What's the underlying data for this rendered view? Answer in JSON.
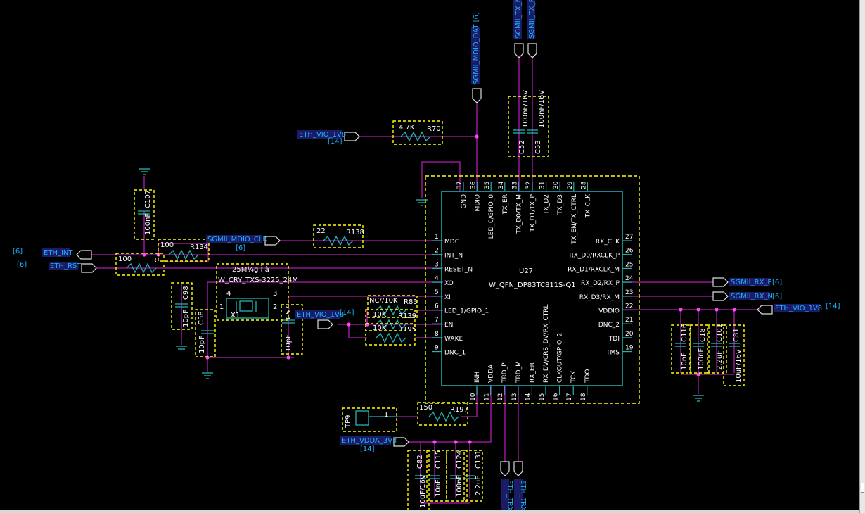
{
  "colors": {
    "background": "#000000",
    "body": "#22b4b4",
    "wire": "#b01cb0",
    "dash": "#ffff00",
    "text": "#ffffff",
    "net_text": "#19b2ff",
    "net_bg": "#1c1c66",
    "junction": "#ff44ff"
  },
  "chip": {
    "ref": "U27",
    "part": "W_QFN_DP83TC811S-Q1",
    "left_pins": [
      {
        "num": "1",
        "name": "MDC"
      },
      {
        "num": "2",
        "name": "INT_N"
      },
      {
        "num": "3",
        "name": "RESET_N"
      },
      {
        "num": "4",
        "name": "XO"
      },
      {
        "num": "5",
        "name": "XI"
      },
      {
        "num": "6",
        "name": "LED_1/GPIO_1"
      },
      {
        "num": "7",
        "name": "EN"
      },
      {
        "num": "8",
        "name": "WAKE"
      },
      {
        "num": "9",
        "name": "DNC_1"
      }
    ],
    "right_pins": [
      {
        "num": "27",
        "name": "RX_CLK"
      },
      {
        "num": "26",
        "name": "RX_D0/RXCLK_P"
      },
      {
        "num": "25",
        "name": "RX_D1/RXCLK_M"
      },
      {
        "num": "24",
        "name": "RX_D2/RX_P"
      },
      {
        "num": "23",
        "name": "RX_D3/RX_M"
      },
      {
        "num": "22",
        "name": "VDDIO"
      },
      {
        "num": "21",
        "name": "DNC_2"
      },
      {
        "num": "20",
        "name": "TDI"
      },
      {
        "num": "19",
        "name": "TMS"
      }
    ],
    "top_pins": [
      {
        "num": "37",
        "name": "GND"
      },
      {
        "num": "36",
        "name": "MDIO"
      },
      {
        "num": "35",
        "name": "LED_0/GPIO_0"
      },
      {
        "num": "34",
        "name": "TX_ER"
      },
      {
        "num": "33",
        "name": "TX_D0/TX_M"
      },
      {
        "num": "32",
        "name": "TX_D1/TX_P"
      },
      {
        "num": "31",
        "name": "TX_D2"
      },
      {
        "num": "30",
        "name": "TX_D3"
      },
      {
        "num": "29",
        "name": "TX_EN/TX_CTRL"
      },
      {
        "num": "28",
        "name": "TX_CLK"
      }
    ],
    "bottom_pins": [
      {
        "num": "10",
        "name": "INH"
      },
      {
        "num": "11",
        "name": "VDDA"
      },
      {
        "num": "12",
        "name": "TRD_P"
      },
      {
        "num": "13",
        "name": "TRD_M"
      },
      {
        "num": "14",
        "name": "RX_ER"
      },
      {
        "num": "15",
        "name": "RX_DV/CRS_DV/RX_CTRL"
      },
      {
        "num": "16",
        "name": "CLKOUT/GPIO_2"
      },
      {
        "num": "17",
        "name": "TCK"
      },
      {
        "num": "18",
        "name": "TDO"
      }
    ]
  },
  "nets": {
    "eth_int": "ETH_INT",
    "eth_int_ref": "[6]",
    "eth_rst": "ETH_RST",
    "eth_rst_ref": "[6]",
    "mdio_clk": "SGMII_MDIO_CLK",
    "mdio_clk_ref": "[6]",
    "mdio_dat": "SGMII_MDIO_DAT [6]",
    "vio_top": "ETH_VIO_1V8",
    "vio_top_ref": "[14]",
    "vio_mid": "ETH_VIO_1V8",
    "vio_mid_ref": "[14]",
    "vio_right": "ETH_VIO_1V8",
    "vio_right_ref": "[14]",
    "tx_n": "SGMII_TX_N",
    "tx_p": "SGMII_TX_P",
    "rx_p": "SGMII_RX_P",
    "rx_p_ref": "[6]",
    "rx_n": "SGMII_RX_N",
    "rx_n_ref": "[6]",
    "vdda": "ETH_VDDA_3V3",
    "vdda_ref": "[14]",
    "trx_p": "ETH_TRX+",
    "trx_n": "ETH_TRX-"
  },
  "components": {
    "r70": {
      "ref": "R70",
      "value": "4.7K"
    },
    "r138": {
      "ref": "R138",
      "value": "22"
    },
    "r134": {
      "ref": "R134",
      "value": "100"
    },
    "rb": {
      "ref": "R",
      "value": "100"
    },
    "r83": {
      "ref": "R83",
      "value": "NC//10K"
    },
    "r139": {
      "ref": "R139",
      "value": "10K"
    },
    "r195": {
      "ref": "R195",
      "value": "10K"
    },
    "r197": {
      "ref": "R197",
      "value": "150"
    },
    "c107": {
      "ref": "C107",
      "value": "100nF"
    },
    "c98": {
      "ref": "C98",
      "value": "10pF"
    },
    "c58": {
      "ref": "C58",
      "value": "10pF"
    },
    "c57": {
      "ref": "C57",
      "value": "10pF"
    },
    "c52": {
      "ref": "C52",
      "value": "100nF/16V"
    },
    "c53": {
      "ref": "C53",
      "value": "100nF/16V"
    },
    "c116": {
      "ref": "C116",
      "value": "10nF"
    },
    "c18": {
      "ref": "C18",
      "value": "100nF"
    },
    "c101": {
      "ref": "C101",
      "value": "2.2uF"
    },
    "c81": {
      "ref": "C81",
      "value": "10uF/16V"
    },
    "c82": {
      "ref": "C82",
      "value": "10uF/16V"
    },
    "c115": {
      "ref": "C115",
      "value": "10nF"
    },
    "c124": {
      "ref": "C124",
      "value": "100nF"
    },
    "c131": {
      "ref": "C131",
      "value": "2.2uF"
    },
    "x1": {
      "ref": "X1",
      "label": "25M¼g Ì à",
      "part": "W_CRY_TXS-3225_24M",
      "pins": [
        "4",
        "3",
        "1",
        "2"
      ]
    },
    "tp9": {
      "ref": "TP9",
      "pin": "1"
    }
  }
}
